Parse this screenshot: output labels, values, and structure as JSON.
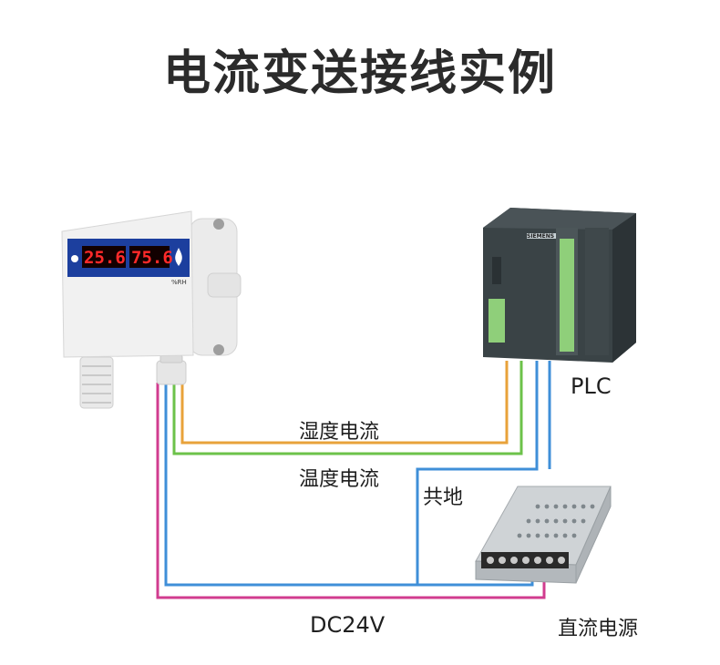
{
  "title": "电流变送接线实例",
  "labels": {
    "humidity_current": "湿度电流",
    "temperature_current": "温度电流",
    "common_ground": "共地",
    "plc": "PLC",
    "dc24v": "DC24V",
    "dc_power": "直流电源"
  },
  "device": {
    "temp_reading": "25.6",
    "humidity_reading": "75.6",
    "humidity_unit": "%RH",
    "brand_text": "SIEMENS"
  },
  "wire_colors": {
    "orange": "#e8a23a",
    "green": "#6cc24a",
    "blue": "#3f8fd8",
    "magenta": "#d13c8f"
  }
}
